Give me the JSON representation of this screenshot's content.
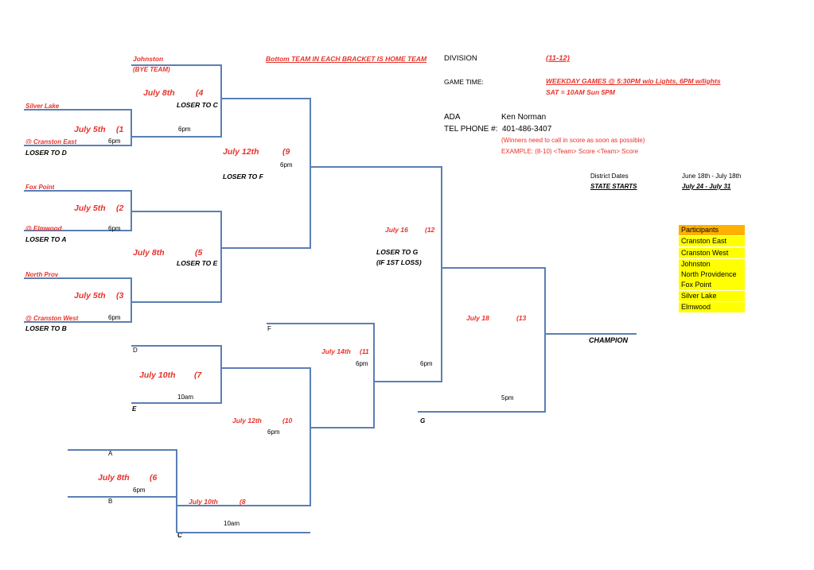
{
  "header": {
    "home_note": "Bottom TEAM IN EACH BRACKET IS HOME TEAM",
    "division_label": "DIVISION",
    "division_value": "(11-12)",
    "game_time_label": "GAME TIME:",
    "weekday_games": "WEEKDAY GAMES @ 5:30PM w/o Lights,  6PM w/lights",
    "weekend_games": "SAT = 10AM     Sun 5PM",
    "ada_label": "ADA",
    "ada_name": "Ken Norman",
    "phone_label": "TEL PHONE #:",
    "phone_value": "401-486-3407",
    "call_note": "(Winners need to call in score as soon as possible)",
    "example_note": "EXAMPLE: (8-10) <Team> Score <Team> Score",
    "district_label": "District Dates",
    "district_value": "June 18th - July 18th",
    "state_label": "STATE STARTS",
    "state_value": "July 24 - July 31"
  },
  "participants": {
    "title": "Participants",
    "teams": [
      "Cranston East",
      "Cranston West",
      "Johnston",
      "North Providence",
      "Fox Point",
      "Silver Lake",
      "Elmwood"
    ]
  },
  "bracket": {
    "teams": {
      "johnston": "Johnston",
      "bye": "(BYE TEAM)",
      "silver_lake": "Silver Lake",
      "cranston_east": "@ Cranston East",
      "fox_point": "Fox Point",
      "elmwood": "@ Elmwood",
      "north_prov": "North Prov",
      "cranston_west": "@ Cranston West"
    },
    "games": {
      "g1": {
        "date": "July 5th",
        "num": "(1",
        "time": "6pm",
        "loser": "LOSER TO D"
      },
      "g2": {
        "date": "July 5th",
        "num": "(2",
        "time": "6pm",
        "loser": "LOSER TO A"
      },
      "g3": {
        "date": "July 5th",
        "num": "(3",
        "time": "6pm",
        "loser": "LOSER TO B"
      },
      "g4": {
        "date": "July 8th",
        "num": "(4",
        "time": "6pm",
        "loser": "LOSER TO C"
      },
      "g5": {
        "date": "July 8th",
        "num": "(5",
        "time": "",
        "loser": "LOSER TO E"
      },
      "g6": {
        "date": "July 8th",
        "num": "(6",
        "time": "6pm"
      },
      "g7": {
        "date": "July 10th",
        "num": "(7",
        "time": "10am"
      },
      "g8": {
        "date": "July 10th",
        "num": "(8",
        "time": "10am"
      },
      "g9": {
        "date": "July 12th",
        "num": "(9",
        "time": "6pm",
        "loser": "LOSER TO F"
      },
      "g10": {
        "date": "July 12th",
        "num": "(10",
        "time": "6pm"
      },
      "g11": {
        "date": "July 14th",
        "num": "(11",
        "time": "6pm"
      },
      "g12": {
        "date": "July 16",
        "num": "(12",
        "time": "6pm",
        "loser_line1": "LOSER TO G",
        "loser_line2": "(IF 1ST LOSS)"
      },
      "g13": {
        "date": "July 18",
        "num": "(13",
        "time": "5pm"
      }
    },
    "slots": {
      "a": "A",
      "b": "B",
      "c": "C",
      "d": "D",
      "e": "E",
      "f": "F",
      "g": "G"
    },
    "champion": "CHAMPION"
  },
  "colors": {
    "accent_red": "#e8322a",
    "line_blue": "#5b7fb4",
    "participants_bg": "#ffff00",
    "participants_head_bg": "#ffb000"
  }
}
